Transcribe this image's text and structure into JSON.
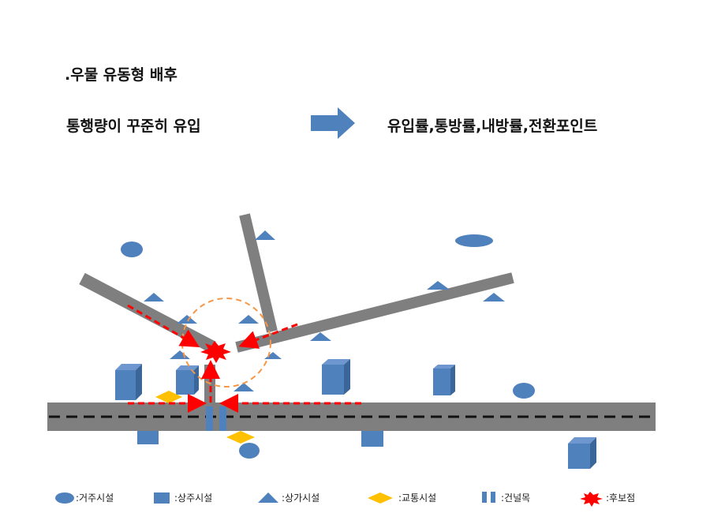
{
  "header": {
    "title": ".우물 유동형 배후",
    "left_text": "통행량이 꾸준히 유입",
    "right_text": "유입률,통방률,내방률,전환포인트"
  },
  "colors": {
    "road": "#7f7f7f",
    "shape_blue": "#4f81bd",
    "arrow_red": "#ff0000",
    "circle_orange": "#f79646",
    "diamond_yellow": "#ffc000",
    "burst_red": "#ff0000"
  },
  "legend": [
    {
      "icon": "ellipse-icon",
      "label": ":거주시설"
    },
    {
      "icon": "square-icon",
      "label": ":상주시설"
    },
    {
      "icon": "triangle-icon",
      "label": ":상가시설"
    },
    {
      "icon": "diamond-icon",
      "label": ":교통시설"
    },
    {
      "icon": "crosswalk-icon",
      "label": ":건널목"
    },
    {
      "icon": "burst-icon",
      "label": ":후보점"
    }
  ]
}
